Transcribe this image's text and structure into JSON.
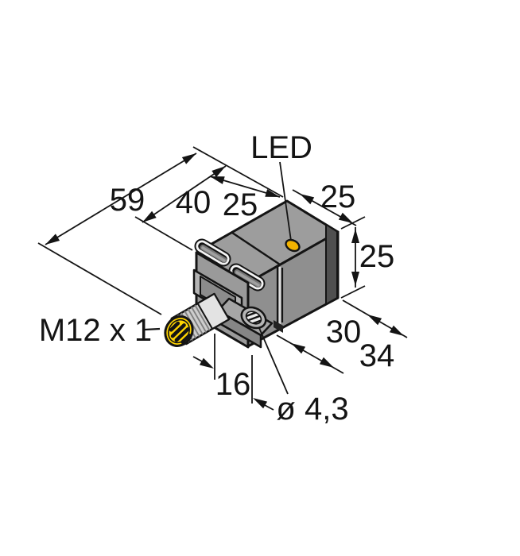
{
  "diagram": {
    "labels": {
      "led": "LED",
      "thread": "M12 x 1",
      "hole_diameter": "ø 4,3"
    },
    "dimensions": {
      "overall_length": "59",
      "body_length": "40",
      "top_offset": "25",
      "top_width": "25",
      "height": "25",
      "depth_body": "30",
      "depth_overall": "34",
      "connector_length": "16"
    },
    "colors": {
      "connector_yellow": "#FFD400",
      "led_yellow": "#F3B300",
      "top_face_gray": "#9D9D9D",
      "side_face_gray": "#8F8F8F",
      "rear_band_gray": "#4F4F4F",
      "outline": "#141414"
    }
  }
}
